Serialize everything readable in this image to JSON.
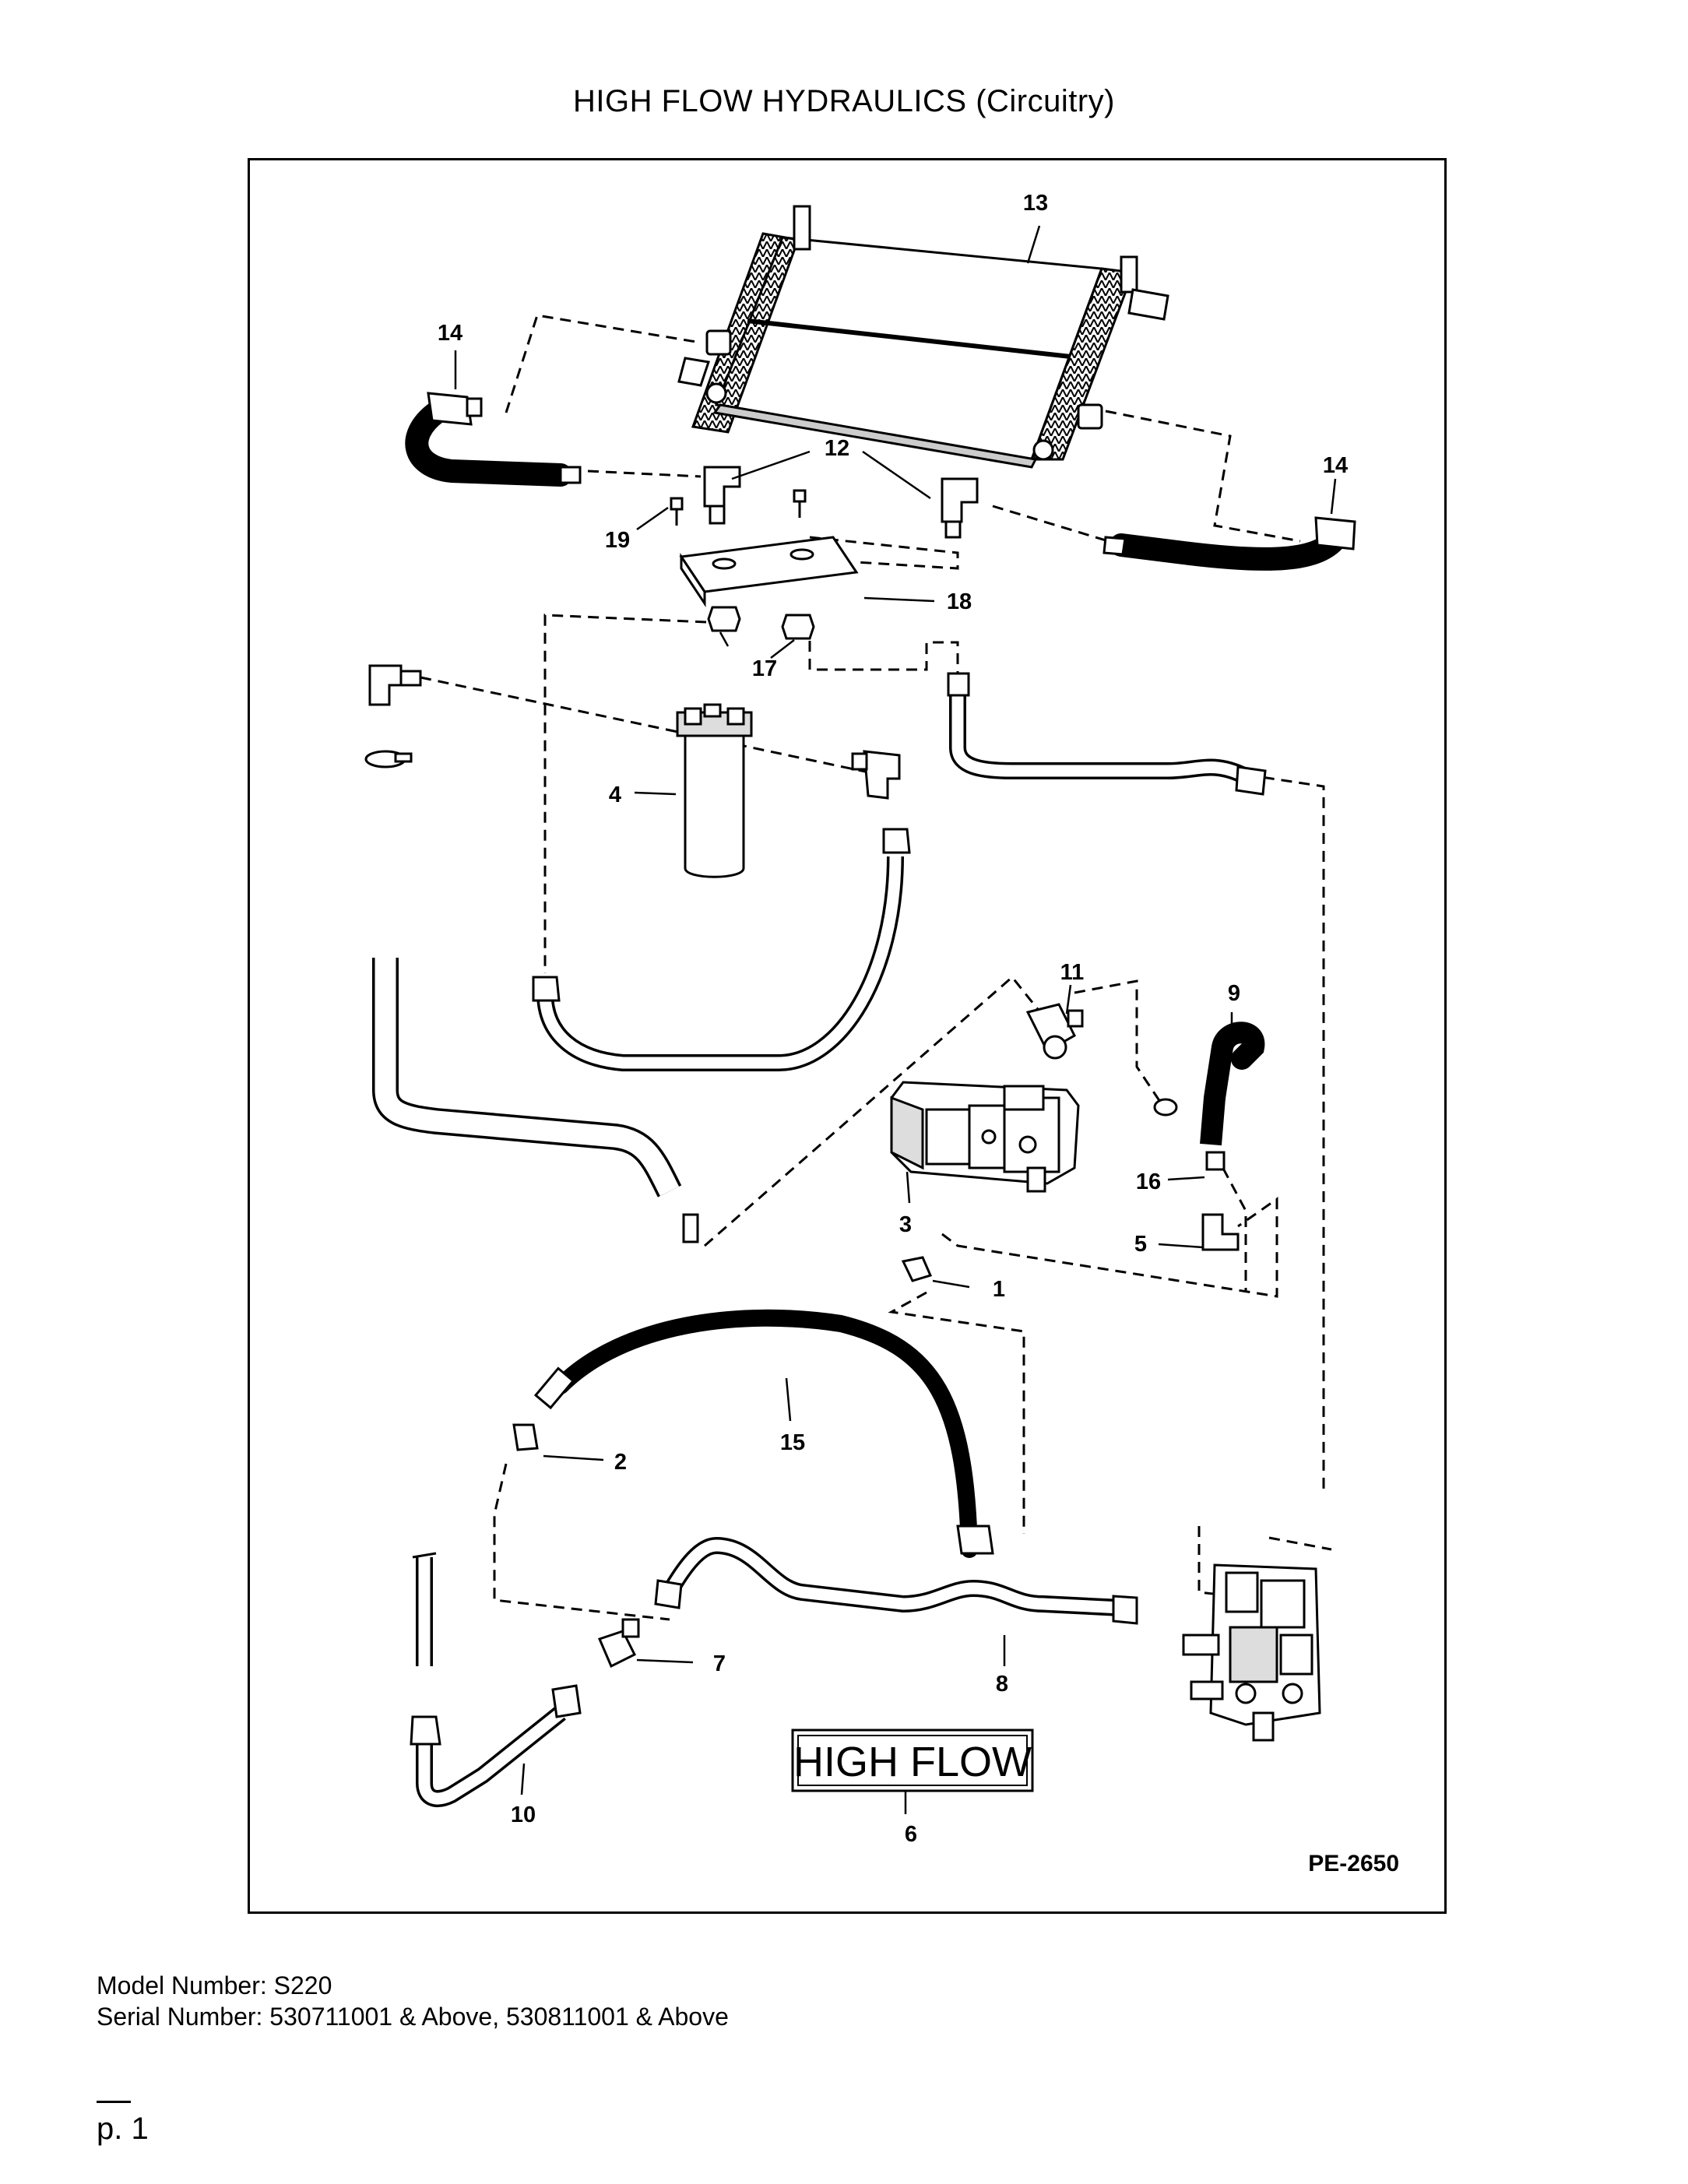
{
  "title": "HIGH FLOW HYDRAULICS (Circuitry)",
  "diagram": {
    "reference_code": "PE-2650",
    "badge_text": "HIGH FLOW",
    "callouts": [
      {
        "id": "c13",
        "label": "13",
        "part": "oil-cooler"
      },
      {
        "id": "c14a",
        "label": "14",
        "part": "cooler-hose-left"
      },
      {
        "id": "c14b",
        "label": "14",
        "part": "cooler-hose-right"
      },
      {
        "id": "c12",
        "label": "12",
        "part": "elbow-fittings"
      },
      {
        "id": "c19",
        "label": "19",
        "part": "bolt"
      },
      {
        "id": "c18",
        "label": "18",
        "part": "mounting-bracket"
      },
      {
        "id": "c17",
        "label": "17",
        "part": "nuts"
      },
      {
        "id": "c4",
        "label": "4",
        "part": "filter"
      },
      {
        "id": "c11",
        "label": "11",
        "part": "pump-fitting"
      },
      {
        "id": "c9",
        "label": "9",
        "part": "pump-hose"
      },
      {
        "id": "c3",
        "label": "3",
        "part": "gear-pump"
      },
      {
        "id": "c16",
        "label": "16",
        "part": "clamp"
      },
      {
        "id": "c5",
        "label": "5",
        "part": "elbow"
      },
      {
        "id": "c1",
        "label": "1",
        "part": "fitting"
      },
      {
        "id": "c15",
        "label": "15",
        "part": "high-pressure-hose"
      },
      {
        "id": "c2",
        "label": "2",
        "part": "adapter"
      },
      {
        "id": "c7",
        "label": "7",
        "part": "connector"
      },
      {
        "id": "c8",
        "label": "8",
        "part": "steel-tube"
      },
      {
        "id": "c10",
        "label": "10",
        "part": "steel-tube-lower"
      },
      {
        "id": "c6",
        "label": "6",
        "part": "decal"
      }
    ]
  },
  "footer": {
    "model": "Model Number: S220",
    "serial": "Serial Number: 530711001 & Above, 530811001 & Above"
  },
  "page": "p. 1"
}
